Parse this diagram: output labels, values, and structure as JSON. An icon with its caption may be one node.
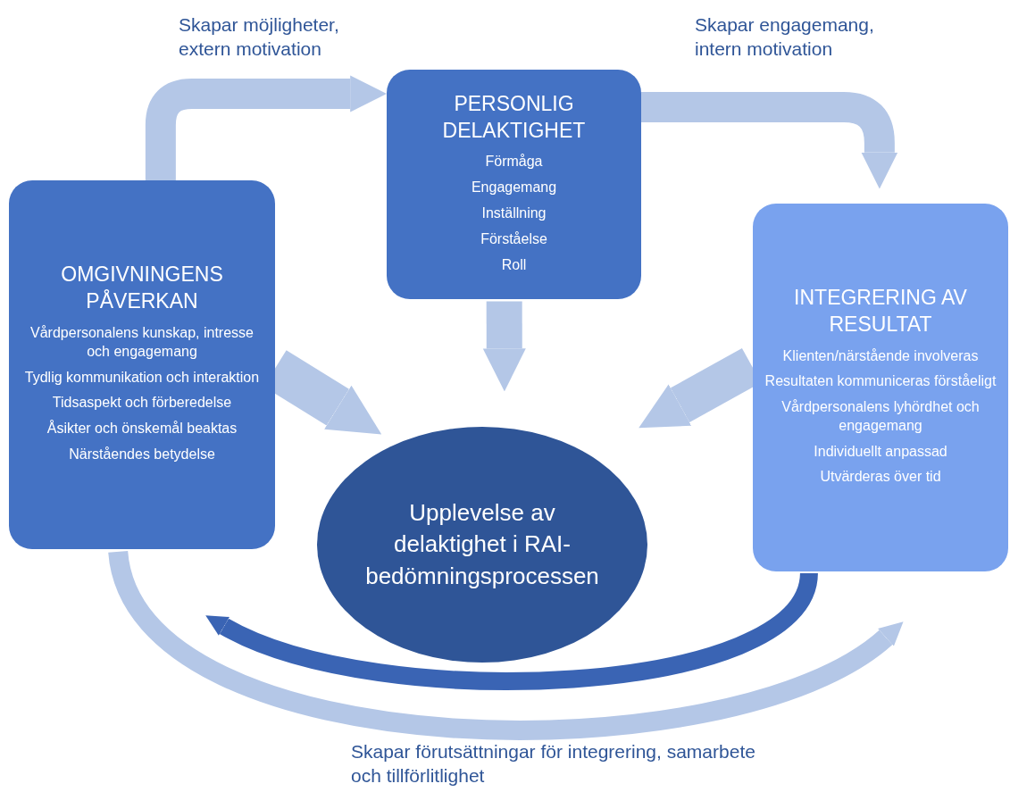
{
  "diagram": {
    "nodes": [
      {
        "text": [
          "OMGIVNINGENS PÅVERKAN",
          "Vårdpersonalens kunskap, intresse och engagemang",
          "Tydlig kommunikation och interaktion",
          "Tidsaspekt och förberedelse",
          "Åsikter och önskemål beaktas",
          "Närståendes betydelse"
        ]
      },
      {
        "text": [
          "PERSONLIG DELAKTIGHET",
          "Förmåga",
          "Engagemang",
          "Inställning",
          "Förståelse",
          "Roll"
        ]
      },
      {
        "text": [
          "INTEGRERING AV RESULTAT",
          "Klienten/närstående involveras",
          "Resultaten kommuniceras förståeligt",
          "Vårdpersonalens lyhördhet och engagemang",
          "Individuellt anpassad",
          "Utvärderas över tid"
        ]
      },
      {
        "text": [
          "Upplevelse av delaktighet i RAI-bedömningsprocessen"
        ]
      }
    ],
    "edges": [
      {
        "from": 0,
        "to": 1,
        "arrow": "to",
        "label": "Skapar möjligheter, extern motivation"
      },
      {
        "from": 1,
        "to": 2,
        "arrow": "to",
        "label": "Skapar engagemang, intern motivation"
      },
      {
        "from": 0,
        "to": 3,
        "arrow": "to"
      },
      {
        "from": 1,
        "to": 3,
        "arrow": "to"
      },
      {
        "from": 2,
        "to": 3,
        "arrow": "to"
      },
      {
        "from": 2,
        "to": 0,
        "arrow": "to",
        "color": "#3a64b4"
      },
      {
        "from": 0,
        "to": 2,
        "arrow": "to",
        "label": "Skapar förutsättningar för integrering, samarbete och tillförlitlighet"
      }
    ]
  }
}
